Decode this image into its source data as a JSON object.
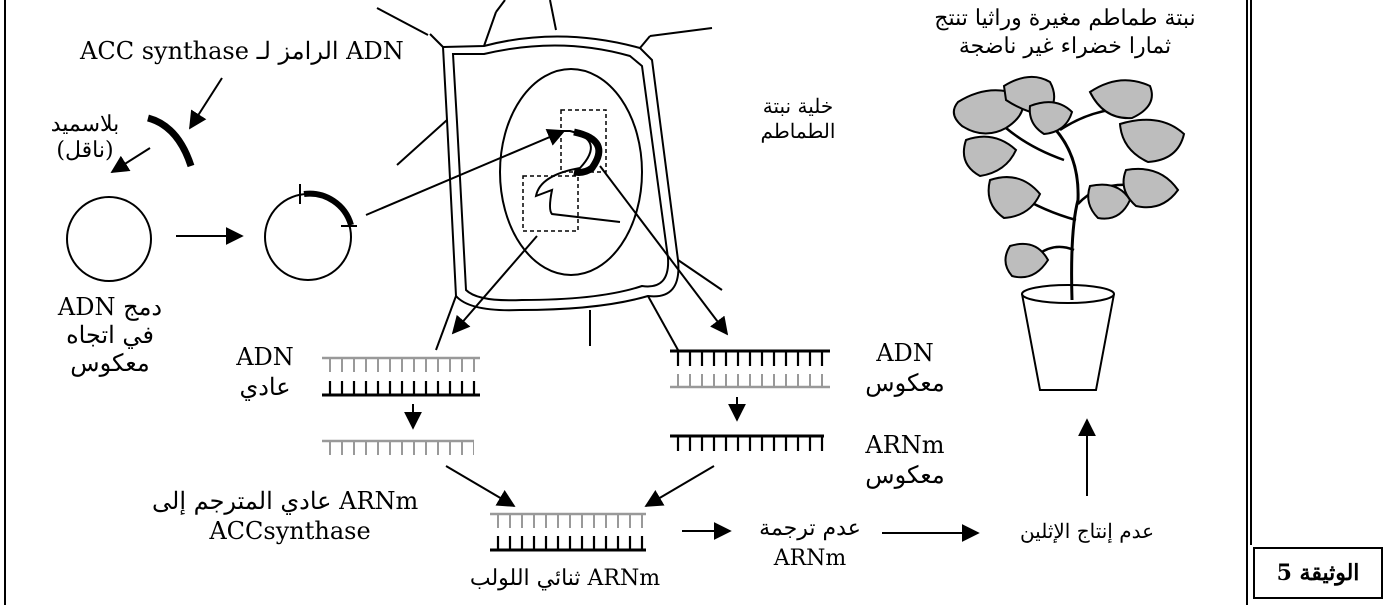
{
  "labels": {
    "dna_acc": "ADN الرامز لـ ACC synthase",
    "plasmid": "بلاسميد",
    "vector": "(ناقل)",
    "integration_1": "دمج ADN",
    "integration_2": "في اتجاه",
    "integration_3": "معكوس",
    "plant_cell_1": "خلية نبتة",
    "plant_cell_2": "الطماطم",
    "plant_1": "نبتة طماطم مغيرة وراثيا تنتج",
    "plant_2": "ثمارا خضراء غير ناضجة",
    "normal_dna_1": "ADN",
    "normal_dna_2": "عادي",
    "reversed_dna_1": "ADN",
    "reversed_dna_2": "معكوس",
    "reversed_mrna_1": "ARNm",
    "reversed_mrna_2": "معكوس",
    "normal_mrna_1": "ARNm عادي المترجم إلى",
    "normal_mrna_2": "ACCsynthase",
    "double_mrna": "ARNm ثنائي اللولب",
    "no_translation_1": "عدم ترجمة",
    "no_translation_2": "ARNm",
    "no_ethylene": "عدم إنتاج الإثلين",
    "document": "الوثيقة 5"
  },
  "colors": {
    "dark_strand": "#000000",
    "light_strand": "#999999",
    "leaf_fill": "#bdbdbd"
  }
}
